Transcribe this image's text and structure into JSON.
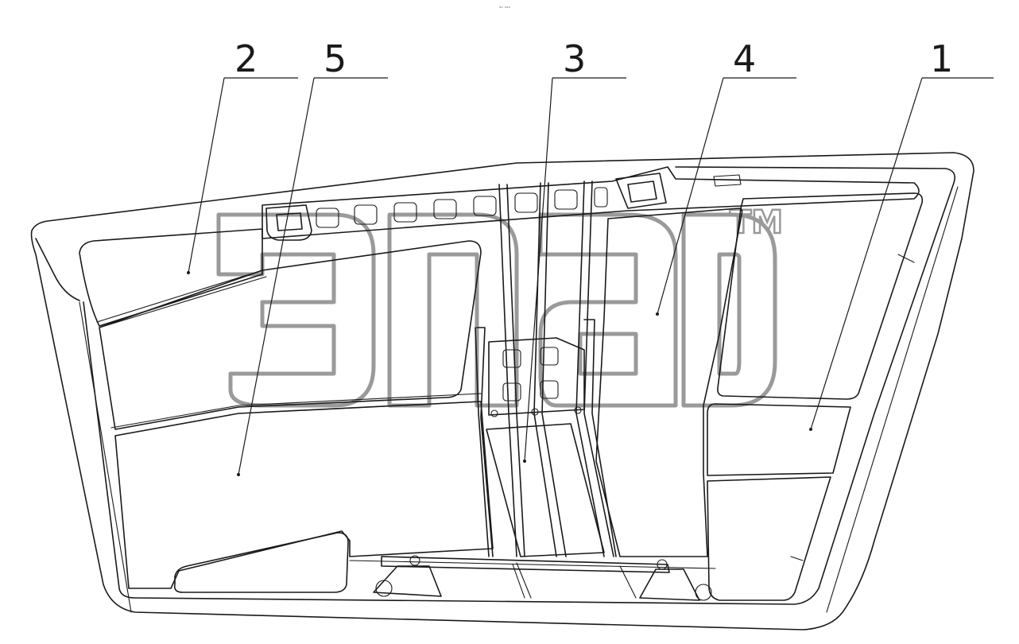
{
  "header_mark": "ᵃᵖ ᵃᵃᵃ",
  "watermark": {
    "trademark": "TM"
  },
  "callouts": [
    {
      "id": "1",
      "label": "1"
    },
    {
      "id": "2",
      "label": "2"
    },
    {
      "id": "3",
      "label": "3"
    },
    {
      "id": "4",
      "label": "4"
    },
    {
      "id": "5",
      "label": "5"
    }
  ]
}
